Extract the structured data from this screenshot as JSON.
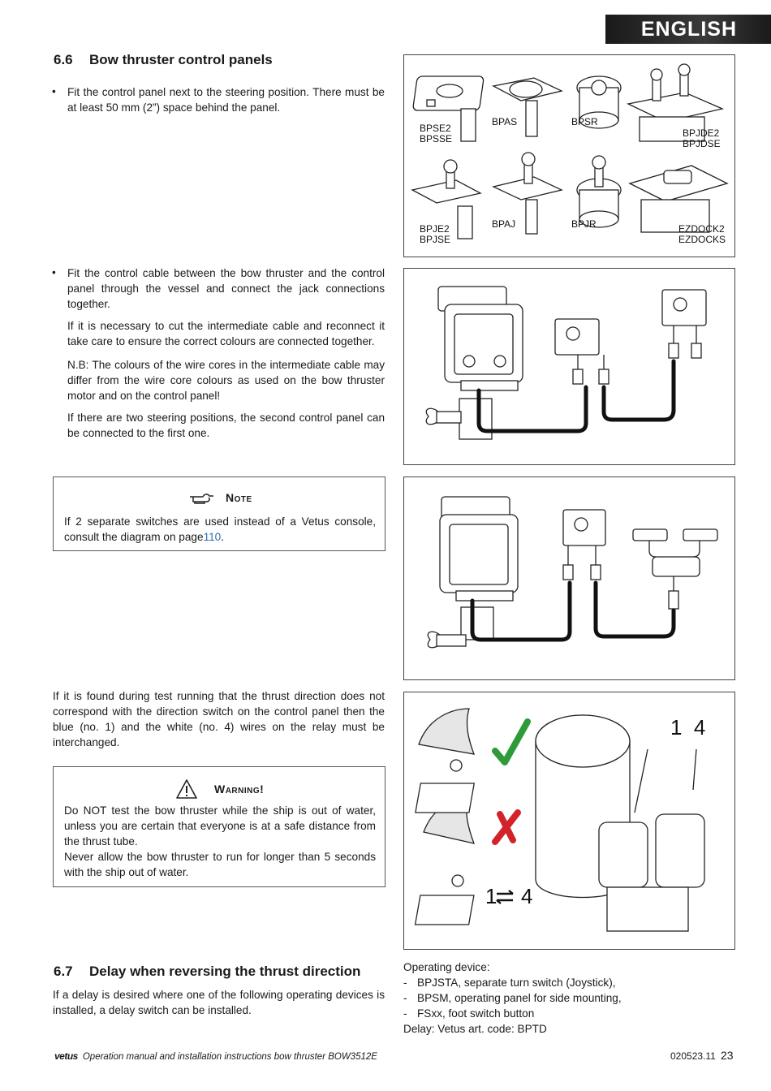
{
  "header": {
    "language_tab": "ENGLISH"
  },
  "section_6_6": {
    "number": "6.6",
    "title": "Bow thruster control panels",
    "bullet1": "Fit the control panel next to the steering position. There must be at least 50 mm (2”) space behind the panel.",
    "bullet2": "Fit the control cable between the bow thruster and the control panel through the vessel and connect the jack connections together.",
    "para_cut": "If it is necessary to cut the intermediate cable and reconnect it take care to ensure the correct colours are connected together.",
    "para_nb": "N.B: The colours of the wire cores in the intermediate cable may differ from the wire core colours as used on the bow thruster motor and on the control panel!",
    "para_two": "If there are two steering positions, the second control panel can be connected to the first one."
  },
  "note": {
    "title": "Note",
    "text_before": "If 2 separate switches are used instead of a Vetus console, consult the diagram on page",
    "page_link": "110",
    "text_after": "."
  },
  "test_para": "If it is found during test running that the thrust direction does not correspond with the direction switch on the control panel then the blue (no. 1) and the white (no. 4) wires on the relay must be interchanged.",
  "warning": {
    "title": "Warning!",
    "line1": "Do NOT test the bow thruster while the ship is out of water, unless you are certain that everyone is at a safe distance from the thrust tube.",
    "line2": "Never allow the bow thruster to run for longer than 5 seconds with the ship out of water."
  },
  "section_6_7": {
    "number": "6.7",
    "title": "Delay when reversing the thrust direction",
    "para": "If a delay is desired where one of the following operating devices is installed, a delay switch can be installed."
  },
  "operating": {
    "heading": "Operating device:",
    "items": [
      "BPJSTA, separate turn switch (Joystick),",
      "BPSM, operating panel for side mounting,",
      "FSxx, foot switch button"
    ],
    "delay": "Delay: Vetus art. code: BPTD"
  },
  "figure1": {
    "labels": {
      "bpse": "BPSE2\nBPSSE",
      "bpas": "BPAS",
      "bpsr": "BPSR",
      "bpjde": "BPJDE2\nBPJDSE",
      "bpje": "BPJE2\nBPJSE",
      "bpaj": "BPAJ",
      "bpjr": "BPJR",
      "ezdock": "EZDOCK2\nEZDOCKS"
    }
  },
  "figure4": {
    "label_top": "1  4",
    "label_swap_left": "1",
    "label_swap_right": "4"
  },
  "footer": {
    "brand": "vetus",
    "title": "Operation manual and installation instructions bow thruster BOW3512E",
    "code": "020523.11",
    "page": "23"
  },
  "colors": {
    "check": "#2e9a3a",
    "cross": "#d2232a",
    "link": "#2a6db0"
  }
}
